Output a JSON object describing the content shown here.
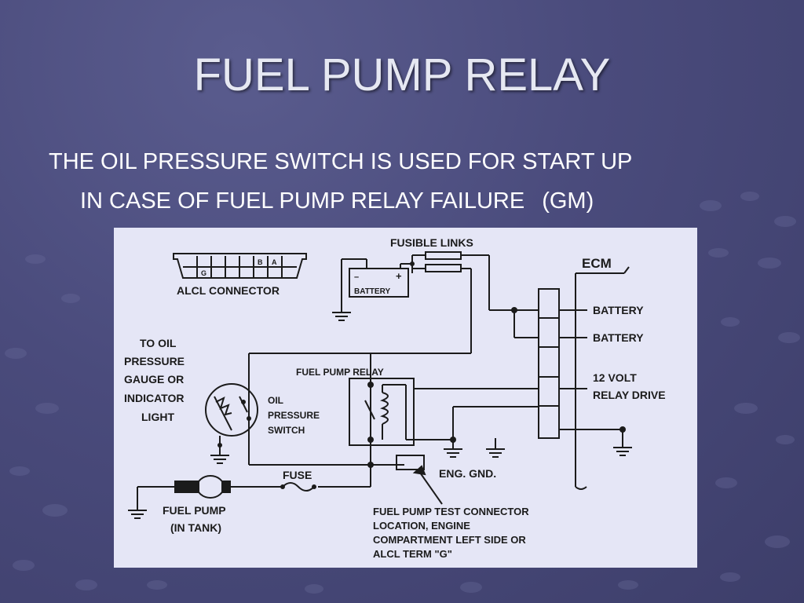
{
  "slide": {
    "title": "FUEL PUMP RELAY",
    "body_line_1": "THE OIL PRESSURE SWITCH IS USED FOR START UP",
    "body_line_2a": "IN CASE OF FUEL PUMP RELAY FAILURE",
    "body_line_2b": "(GM)"
  },
  "diagram": {
    "labels": {
      "fusible_links": "FUSIBLE LINKS",
      "ecm": "ECM",
      "alcl_connector": "ALCL CONNECTOR",
      "connector_pin_b": "B",
      "connector_pin_a": "A",
      "connector_pin_g": "G",
      "battery_symbol": "BATTERY",
      "battery_minus": "–",
      "battery_plus": "+",
      "ecm_battery_1": "BATTERY",
      "ecm_battery_2": "BATTERY",
      "relay_drive_1": "12 VOLT",
      "relay_drive_2": "RELAY DRIVE",
      "oil_gauge_1": "TO OIL",
      "oil_gauge_2": "PRESSURE",
      "oil_gauge_3": "GAUGE OR",
      "oil_gauge_4": "INDICATOR",
      "oil_gauge_5": "LIGHT",
      "oil_switch_1": "OIL",
      "oil_switch_2": "PRESSURE",
      "oil_switch_3": "SWITCH",
      "fuel_pump_relay": "FUEL PUMP RELAY",
      "eng_gnd": "ENG.  GND.",
      "fuse": "FUSE",
      "fuel_pump_1": "FUEL PUMP",
      "fuel_pump_2": "(IN TANK)",
      "test_conn_1": "FUEL PUMP TEST CONNECTOR",
      "test_conn_2": "LOCATION, ENGINE",
      "test_conn_3": "COMPARTMENT LEFT SIDE OR",
      "test_conn_4": "ALCL TERM \"G\""
    }
  },
  "colors": {
    "background": "#4a4b7c",
    "title_text": "#e6e8f2",
    "body_text": "#ffffff",
    "diagram_bg": "#e5e6f6",
    "diagram_ink": "#1b1b1b"
  }
}
